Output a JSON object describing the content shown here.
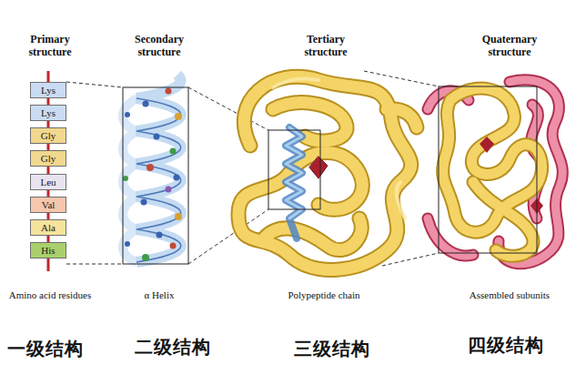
{
  "diagram": {
    "nodes": [
      {
        "text": [
          "Lys"
        ]
      },
      {
        "text": [
          "Lys"
        ]
      },
      {
        "text": [
          "Gly"
        ]
      },
      {
        "text": [
          "Gly"
        ]
      },
      {
        "text": [
          "Leu"
        ]
      },
      {
        "text": [
          "Val"
        ]
      },
      {
        "text": [
          "Ala"
        ]
      },
      {
        "text": [
          "His"
        ]
      }
    ],
    "labels": [
      "Primary structure",
      "Secondary structure",
      "Tertiary structure",
      "Quaternary structure",
      "Amino acid residues",
      "α Helix",
      "Polypeptide chain",
      "Assembled subunits",
      "一级结构",
      "二级结构",
      "三级结构",
      "四级结构"
    ]
  }
}
